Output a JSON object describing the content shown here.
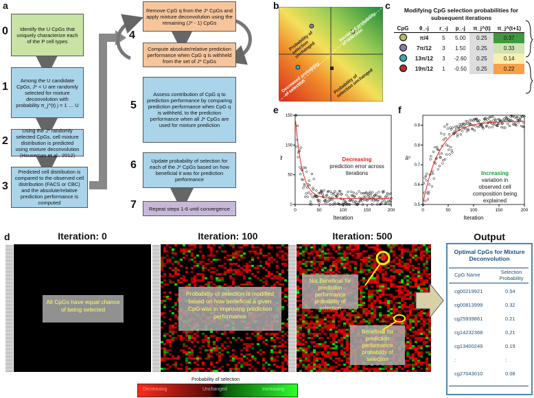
{
  "panels": {
    "a": "a",
    "b": "b",
    "c": "c",
    "d": "d",
    "e": "e",
    "f": "f"
  },
  "steps_left": [
    {
      "num": "0",
      "text": "Identify the U CpGs that uniquely characterize each of the P cell types"
    },
    {
      "num": "1",
      "text": "Among the U candidate CpGs, J* < U are randomly selected for mixture deconvolution with probability π_j^(t) j = 1 … U"
    },
    {
      "num": "2",
      "text": "Using the J* randomly selected CpGs, cell mixture distribution is predicted using mixture deconvolution (Houseman et al., 2012)"
    },
    {
      "num": "3",
      "text": "Predicted cell distribution is compared to the observed cell distribution (FACS or CBC) and the absolute/relative prediction performance is computed"
    }
  ],
  "steps_right": [
    {
      "num": "4",
      "text_a": "Remove CpG q from the J* CpGs and apply mixture deconvolution using the remaining (J* - 1) CpGs",
      "text_b": "Compute absolute/relative prediction performance when CpG q is withheld from the set of J* CpGs"
    },
    {
      "num": "5",
      "text": "Assess contribution of CpG q to prediction performance by comparing prediction performance when CpG q is withheld, to the prediction performance when all J* CpGs are used for mixture prediction"
    },
    {
      "num": "6",
      "text": "Update probability of selection for each of the J* CpGs based on how beneficial it was for prediction performance"
    },
    {
      "num": "7",
      "text": "Repeat steps 1-6 until convergence"
    }
  ],
  "panel_b": {
    "labels": [
      "Probability of selection unchanged",
      "Increased probability of selection",
      "Decreased probability of selection",
      "Probability of selection unchanged"
    ]
  },
  "panel_c": {
    "title": "Modifying CpG selection probabilities for subsequent iterations",
    "headers": [
      "CpG",
      "θ_-j",
      "r_-j",
      "p_-j",
      "π_j^(t)",
      "π_j^(t+1)"
    ],
    "rows": [
      {
        "theta": "π/4",
        "r": "5",
        "p": "5.00",
        "pt": "0.25",
        "pt1": "0.37",
        "dot": "#b5b86b",
        "cell": "#3f9a3f"
      },
      {
        "theta": "7π/12",
        "r": "3",
        "p": "1.50",
        "pt": "0.25",
        "pt1": "0.33",
        "dot": "#8a7aa8",
        "cell": "#cfe3b0"
      },
      {
        "theta": "13π/12",
        "r": "3",
        "p": "-2.60",
        "pt": "0.25",
        "pt1": "0.14",
        "dot": "#3fa6a6",
        "cell": "#f7f0b0"
      },
      {
        "theta": "19π/12",
        "r": "1",
        "p": "-0.50",
        "pt": "0.25",
        "pt1": "0.22",
        "dot": "#b03030",
        "cell": "#f6a04a"
      }
    ]
  },
  "panel_e": {
    "ylabel": "M̄",
    "xlabel": "Iteration",
    "annot_red": "Decreasing",
    "annot_black": "prediction error across iterations",
    "yticks": [
      "0",
      "50",
      "100",
      "150"
    ],
    "xticks": [
      "0",
      "50",
      "100",
      "150",
      "200"
    ]
  },
  "panel_f": {
    "ylabel": "R²",
    "xlabel": "Iteration",
    "annot_green": "Increasing",
    "annot_black": "variation in observed cell composition being explained",
    "yticks": [
      "0.5",
      "0.6",
      "0.7",
      "0.8",
      "0.9"
    ],
    "xticks": [
      "0",
      "50",
      "100",
      "150",
      "200"
    ]
  },
  "heatmaps": [
    {
      "title": "Iteration: 0",
      "note": "All CpGs have equal chance of being selected"
    },
    {
      "title": "Iteration: 100",
      "note": "Probability of selection is modified based on how beneficial a given CpG was in improving prediction performance"
    },
    {
      "title": "Iteration: 500",
      "note1": "Not Beneficial for prediction performance probability of selection",
      "note2": "Beneficial for prediction performance probability of selection"
    }
  ],
  "legend": {
    "title": "Probability of selection",
    "low": "Decreasing",
    "mid": "Unchanged",
    "high": "Increasing"
  },
  "output": {
    "heading": "Output",
    "title": "Optimal CpGs for Mixture Deconvolution",
    "col1": "CpG Name",
    "col2": "Selection Probability",
    "rows": [
      {
        "name": "cg00219921",
        "p": "0.54"
      },
      {
        "name": "cg00813999",
        "p": "0.32"
      },
      {
        "name": "cg25939861",
        "p": "0.21"
      },
      {
        "name": "cg14232368",
        "p": "0.21"
      },
      {
        "name": "cg13400249",
        "p": "0.19"
      },
      {
        "name": ":",
        "p": ":"
      },
      {
        "name": "cg27043010",
        "p": "0.08"
      }
    ]
  }
}
